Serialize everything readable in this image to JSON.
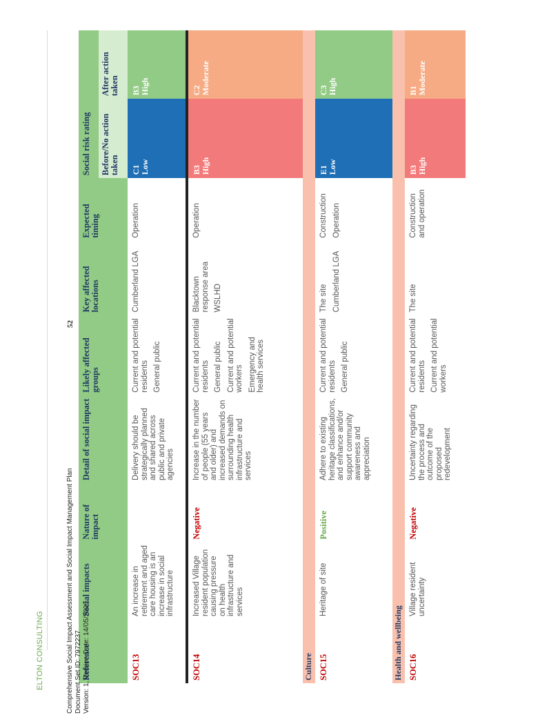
{
  "brand": "ELTON CONSULTING",
  "page_number": "52",
  "footer": {
    "doc_title": "Comprehensive Social Impact Assessment and Social Impact Management Plan",
    "doc_set": "Document Set ID: 7972237",
    "version": "Version: 1, Version Date: 14/05/2020"
  },
  "table": {
    "headers": {
      "reference": "Reference",
      "social_impacts": "Social impacts",
      "nature": "Nature of impact",
      "detail": "Detail of social impact",
      "groups": "Likely affected groups",
      "locations": "Key affected locations",
      "timing": "Expected timing",
      "risk": "Social risk rating",
      "before": "Before/No action taken",
      "after": "After action taken"
    },
    "categories": [
      "Culture",
      "Health and wellbeing"
    ],
    "rows": [
      {
        "ref": "SOC13",
        "impact": "An increase in retirement and aged care housing is an increase in social infrastructure",
        "nature": "",
        "detail": "Delivery should be strategically planned and shared across public and private agencies",
        "groups": [
          "Current and potential residents",
          "General public"
        ],
        "locations": [
          "Cumberland LGA"
        ],
        "timing": [
          "Operation"
        ],
        "before_code": "C1",
        "before_level": "Low",
        "after_code": "B3",
        "after_level": "High"
      },
      {
        "ref": "SOC14",
        "impact": "Increased Village resident population causing pressure on health infrastructure and services",
        "nature": "Negative",
        "detail": "Increase in the number of people (55 years and older) and increased demands on surrounding health infrastructure and services",
        "groups": [
          "Current and potential residents",
          "General public",
          "Current and potential workers",
          "Emergency and health services"
        ],
        "locations": [
          "Blacktown response area",
          "WSLHD"
        ],
        "timing": [
          "Operation"
        ],
        "before_code": "B3",
        "before_level": "High",
        "after_code": "C2",
        "after_level": "Moderate"
      },
      {
        "ref": "SOC15",
        "impact": "Heritage of site",
        "nature": "Positive",
        "detail": "Adhere to existing heritage classifications, and enhance and/or support community awareness and appreciation",
        "groups": [
          "Current and potential residents",
          "General public"
        ],
        "locations": [
          "The site",
          "Cumberland LGA"
        ],
        "timing": [
          "Construction",
          "Operation"
        ],
        "before_code": "E1",
        "before_level": "Low",
        "after_code": "C3",
        "after_level": "High"
      },
      {
        "ref": "SOC16",
        "impact": "Village resident uncertainty",
        "nature": "Negative",
        "detail": "Uncertainty regarding the process and outcome of the proposed redevelopment",
        "groups": [
          "Current and potential residents",
          "Current and potential workers"
        ],
        "locations": [
          "The site"
        ],
        "timing": [
          "Construction and operation"
        ],
        "before_code": "B3",
        "before_level": "High",
        "after_code": "B1",
        "after_level": "Moderate"
      }
    ]
  },
  "colors": {
    "header_green": "#92cb85",
    "category_peach": "#f9c1ad",
    "low_blue": "#1f6fb6",
    "high_red": "#f37a7a",
    "moderate_orange": "#f6ab84",
    "negative": "#c00000",
    "positive": "#6aa84f"
  }
}
